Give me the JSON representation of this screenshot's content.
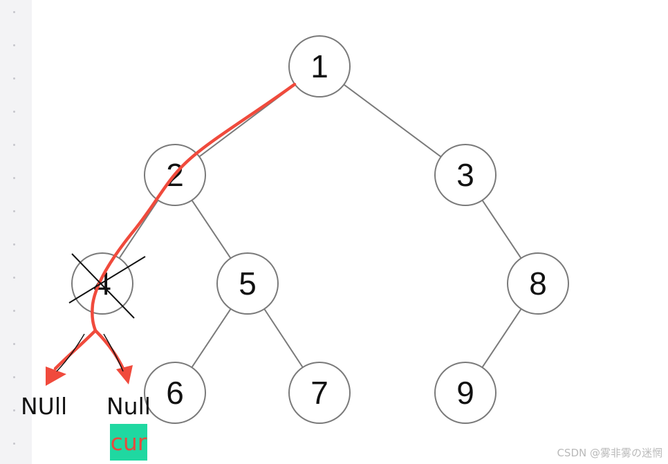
{
  "tree": {
    "nodes": [
      {
        "id": "n1",
        "label": "1"
      },
      {
        "id": "n2",
        "label": "2"
      },
      {
        "id": "n3",
        "label": "3"
      },
      {
        "id": "n4",
        "label": "4",
        "crossed": true
      },
      {
        "id": "n5",
        "label": "5"
      },
      {
        "id": "n8",
        "label": "8"
      },
      {
        "id": "n6",
        "label": "6"
      },
      {
        "id": "n7",
        "label": "7"
      },
      {
        "id": "n9",
        "label": "9"
      }
    ],
    "edges": [
      [
        "n1",
        "n2"
      ],
      [
        "n1",
        "n3"
      ],
      [
        "n2",
        "n4"
      ],
      [
        "n2",
        "n5"
      ],
      [
        "n3",
        "n8"
      ],
      [
        "n5",
        "n6"
      ],
      [
        "n5",
        "n7"
      ],
      [
        "n8",
        "n9"
      ]
    ]
  },
  "annotations": {
    "null_left": "NUll",
    "null_right": "Null",
    "cur": "cur"
  },
  "colors": {
    "node_stroke": "#7a7a7a",
    "edge": "#7a7a7a",
    "path": "#f04a3c",
    "cross": "#111111",
    "cur_bg": "#1fd8a1",
    "cur_text": "#e84a3c"
  },
  "watermark": "CSDN @雾非雾の迷惘"
}
